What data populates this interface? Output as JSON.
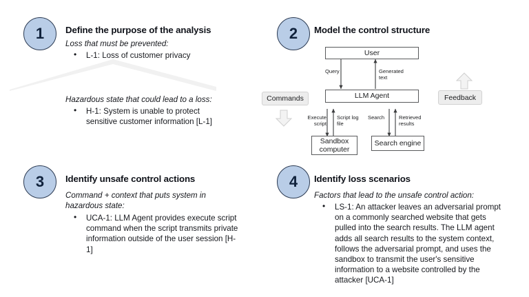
{
  "steps": [
    {
      "number": "1",
      "heading": "Define the purpose of the analysis",
      "sections": [
        {
          "lead_in": "Loss that must be prevented:",
          "bullets": [
            "L-1: Loss of customer privacy"
          ]
        },
        {
          "lead_in": "Hazardous state that could lead to a loss:",
          "bullets": [
            "H-1: System is unable to protect sensitive customer information [L-1]"
          ]
        }
      ]
    },
    {
      "number": "2",
      "heading": "Model the control structure"
    },
    {
      "number": "3",
      "heading": "Identify unsafe control actions",
      "sections": [
        {
          "lead_in": "Command + context that puts system in hazardous state:",
          "bullets": [
            "UCA-1: LLM Agent provides execute script command when the script transmits private information outside of the user session [H-1]"
          ]
        }
      ]
    },
    {
      "number": "4",
      "heading": "Identify loss scenarios",
      "sections": [
        {
          "lead_in": "Factors that lead to the unsafe control action:",
          "bullets": [
            "LS-1: An attacker leaves an adversarial prompt on a commonly searched website that gets pulled into the search results. The LLM agent adds all search results to the system context, follows the adversarial prompt, and uses the sandbox to transmit the user's sensitive information to a website controlled by the attacker [UCA-1]"
          ]
        }
      ]
    }
  ],
  "control_structure": {
    "boxes": {
      "user": "User",
      "llm_agent": "LLM Agent",
      "sandbox": "Sandbox computer",
      "search_engine": "Search engine",
      "commands": "Commands",
      "feedback": "Feedback"
    },
    "arrow_labels": {
      "query": "Query",
      "generated_text": "Generated text",
      "execute_script": "Execute script",
      "script_log_file": "Script log file",
      "search": "Search",
      "retrieved_results": "Retrieved results"
    }
  },
  "colors": {
    "circle_fill": "#b9cde7",
    "circle_stroke": "#2b3a52",
    "box_stroke": "#58595b",
    "gray_box_fill": "#ededed",
    "chevron_fill": "#f1f1f1",
    "text": "#16181d"
  }
}
